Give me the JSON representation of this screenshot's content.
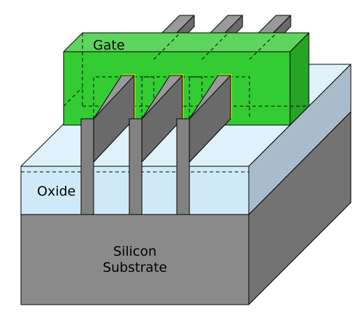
{
  "diagram": {
    "labels": {
      "gate": "Gate",
      "oxide": "Oxide",
      "substrate_line1": "Silicon",
      "substrate_line2": "Substrate"
    },
    "colors": {
      "gate_front": "#33cc33",
      "gate_top": "#5ed65e",
      "gate_side": "#27a327",
      "oxide_front": "#cfe9f8",
      "oxide_top": "#dff1fb",
      "oxide_side": "#a9bccb",
      "substrate_front": "#8a8a8a",
      "substrate_side": "#737373",
      "fin_front": "#828282",
      "fin_side": "#6a6a6a",
      "fin_top": "#999999",
      "channel": "#ffff00"
    }
  }
}
